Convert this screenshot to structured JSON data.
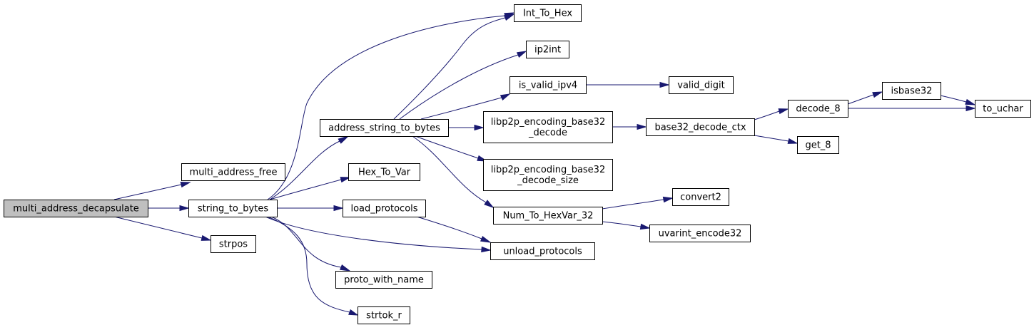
{
  "diagram": {
    "colors": {
      "edge": "#191970",
      "node_border": "#000000",
      "node_fill": "#ffffff",
      "root_fill": "#bfbfbf"
    },
    "nodes": [
      {
        "id": "multi_address_decapsulate",
        "lines": [
          "multi_address_decapsulate"
        ]
      },
      {
        "id": "multi_address_free",
        "lines": [
          "multi_address_free"
        ]
      },
      {
        "id": "string_to_bytes",
        "lines": [
          "string_to_bytes"
        ]
      },
      {
        "id": "strpos",
        "lines": [
          "strpos"
        ]
      },
      {
        "id": "address_string_to_bytes",
        "lines": [
          "address_string_to_bytes"
        ]
      },
      {
        "id": "Hex_To_Var",
        "lines": [
          "Hex_To_Var"
        ]
      },
      {
        "id": "load_protocols",
        "lines": [
          "load_protocols"
        ]
      },
      {
        "id": "proto_with_name",
        "lines": [
          "proto_with_name"
        ]
      },
      {
        "id": "strtok_r",
        "lines": [
          "strtok_r"
        ]
      },
      {
        "id": "Int_To_Hex",
        "lines": [
          "Int_To_Hex"
        ]
      },
      {
        "id": "ip2int",
        "lines": [
          "ip2int"
        ]
      },
      {
        "id": "is_valid_ipv4",
        "lines": [
          "is_valid_ipv4"
        ]
      },
      {
        "id": "libp2p_encoding_base32_decode",
        "lines": [
          "libp2p_encoding_base32",
          "_decode"
        ]
      },
      {
        "id": "libp2p_encoding_base32_decode_size",
        "lines": [
          "libp2p_encoding_base32",
          "_decode_size"
        ]
      },
      {
        "id": "Num_To_HexVar_32",
        "lines": [
          "Num_To_HexVar_32"
        ]
      },
      {
        "id": "unload_protocols",
        "lines": [
          "unload_protocols"
        ]
      },
      {
        "id": "valid_digit",
        "lines": [
          "valid_digit"
        ]
      },
      {
        "id": "base32_decode_ctx",
        "lines": [
          "base32_decode_ctx"
        ]
      },
      {
        "id": "convert2",
        "lines": [
          "convert2"
        ]
      },
      {
        "id": "uvarint_encode32",
        "lines": [
          "uvarint_encode32"
        ]
      },
      {
        "id": "decode_8",
        "lines": [
          "decode_8"
        ]
      },
      {
        "id": "get_8",
        "lines": [
          "get_8"
        ]
      },
      {
        "id": "isbase32",
        "lines": [
          "isbase32"
        ]
      },
      {
        "id": "to_uchar",
        "lines": [
          "to_uchar"
        ]
      }
    ],
    "edges": [
      {
        "from": "multi_address_decapsulate",
        "to": "multi_address_free"
      },
      {
        "from": "multi_address_decapsulate",
        "to": "string_to_bytes"
      },
      {
        "from": "multi_address_decapsulate",
        "to": "strpos"
      },
      {
        "from": "string_to_bytes",
        "to": "address_string_to_bytes"
      },
      {
        "from": "string_to_bytes",
        "to": "Int_To_Hex"
      },
      {
        "from": "string_to_bytes",
        "to": "Hex_To_Var"
      },
      {
        "from": "string_to_bytes",
        "to": "load_protocols"
      },
      {
        "from": "string_to_bytes",
        "to": "unload_protocols"
      },
      {
        "from": "string_to_bytes",
        "to": "proto_with_name"
      },
      {
        "from": "string_to_bytes",
        "to": "strtok_r"
      },
      {
        "from": "address_string_to_bytes",
        "to": "Int_To_Hex"
      },
      {
        "from": "address_string_to_bytes",
        "to": "ip2int"
      },
      {
        "from": "address_string_to_bytes",
        "to": "is_valid_ipv4"
      },
      {
        "from": "address_string_to_bytes",
        "to": "libp2p_encoding_base32_decode"
      },
      {
        "from": "address_string_to_bytes",
        "to": "libp2p_encoding_base32_decode_size"
      },
      {
        "from": "address_string_to_bytes",
        "to": "Num_To_HexVar_32"
      },
      {
        "from": "load_protocols",
        "to": "unload_protocols"
      },
      {
        "from": "is_valid_ipv4",
        "to": "valid_digit"
      },
      {
        "from": "libp2p_encoding_base32_decode",
        "to": "base32_decode_ctx"
      },
      {
        "from": "Num_To_HexVar_32",
        "to": "convert2"
      },
      {
        "from": "Num_To_HexVar_32",
        "to": "uvarint_encode32"
      },
      {
        "from": "base32_decode_ctx",
        "to": "decode_8"
      },
      {
        "from": "base32_decode_ctx",
        "to": "get_8"
      },
      {
        "from": "decode_8",
        "to": "isbase32"
      },
      {
        "from": "decode_8",
        "to": "to_uchar"
      },
      {
        "from": "isbase32",
        "to": "to_uchar"
      }
    ]
  }
}
